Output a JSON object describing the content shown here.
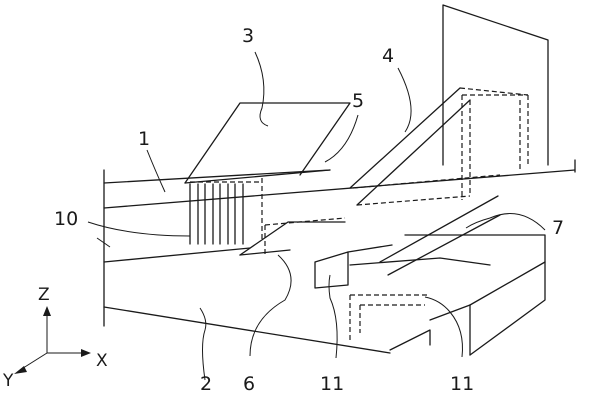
{
  "labels": {
    "l1": "1",
    "l2": "2",
    "l3": "3",
    "l4": "4",
    "l5": "5",
    "l6": "6",
    "l7": "7",
    "l10": "10",
    "l11a": "11",
    "l11b": "11"
  },
  "axes": {
    "z": "Z",
    "y": "Y",
    "x": "X"
  }
}
